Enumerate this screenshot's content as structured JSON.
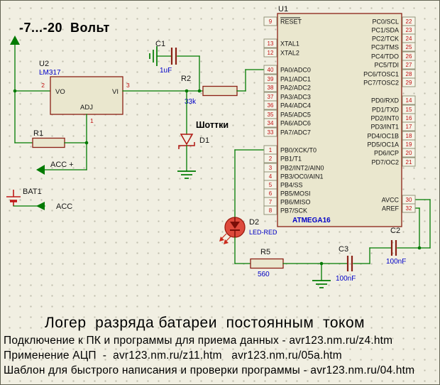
{
  "schematic": {
    "voltage_note": "-7...-20  Вольт",
    "u1": {
      "ref": "U1",
      "part": "ATMEGA16",
      "left_pins": [
        {
          "num": "9",
          "name": "RESET",
          "overline": true
        },
        {
          "num": "13",
          "name": "XTAL1"
        },
        {
          "num": "12",
          "name": "XTAL2"
        },
        {
          "num": "40",
          "name": "PA0/ADC0"
        },
        {
          "num": "39",
          "name": "PA1/ADC1"
        },
        {
          "num": "38",
          "name": "PA2/ADC2"
        },
        {
          "num": "37",
          "name": "PA3/ADC3"
        },
        {
          "num": "36",
          "name": "PA4/ADC4"
        },
        {
          "num": "35",
          "name": "PA5/ADC5"
        },
        {
          "num": "34",
          "name": "PA6/ADC6"
        },
        {
          "num": "33",
          "name": "PA7/ADC7"
        },
        {
          "num": "1",
          "name": "PB0/XCK/T0"
        },
        {
          "num": "2",
          "name": "PB1/T1"
        },
        {
          "num": "3",
          "name": "PB2/INT2/AIN0"
        },
        {
          "num": "4",
          "name": "PB3/OC0/AIN1"
        },
        {
          "num": "5",
          "name": "PB4/SS"
        },
        {
          "num": "6",
          "name": "PB5/MOSI"
        },
        {
          "num": "7",
          "name": "PB6/MISO"
        },
        {
          "num": "8",
          "name": "PB7/SCK"
        }
      ],
      "right_pins": [
        {
          "num": "22",
          "name": "PC0/SCL"
        },
        {
          "num": "23",
          "name": "PC1/SDA"
        },
        {
          "num": "24",
          "name": "PC2/TCK"
        },
        {
          "num": "25",
          "name": "PC3/TMS"
        },
        {
          "num": "26",
          "name": "PC4/TDO"
        },
        {
          "num": "27",
          "name": "PC5/TDI"
        },
        {
          "num": "28",
          "name": "PC6/TOSC1"
        },
        {
          "num": "29",
          "name": "PC7/TOSC2"
        },
        {
          "num": "14",
          "name": "PD0/RXD"
        },
        {
          "num": "15",
          "name": "PD1/TXD"
        },
        {
          "num": "16",
          "name": "PD2/INT0"
        },
        {
          "num": "17",
          "name": "PD3/INT1"
        },
        {
          "num": "18",
          "name": "PD4/OC1B"
        },
        {
          "num": "19",
          "name": "PD5/OC1A"
        },
        {
          "num": "20",
          "name": "PD6/ICP"
        },
        {
          "num": "21",
          "name": "PD7/OC2"
        },
        {
          "num": "30",
          "name": "AVCC"
        },
        {
          "num": "32",
          "name": "AREF"
        }
      ]
    },
    "u2": {
      "ref": "U2",
      "part": "LM317",
      "pin_vo": "VO",
      "pin_vi": "VI",
      "pin_adj": "ADJ",
      "num_vo": "2",
      "num_vi": "3",
      "num_adj": "1"
    },
    "r1": {
      "ref": "R1"
    },
    "r2": {
      "ref": "R2",
      "value": "33k"
    },
    "r5": {
      "ref": "R5",
      "value": "560"
    },
    "c1": {
      "ref": "C1",
      "value": "1uF"
    },
    "c2": {
      "ref": "C2",
      "value": "100nF"
    },
    "c3": {
      "ref": "C3",
      "value": "100nF"
    },
    "d1": {
      "ref": "D1",
      "note": "Шоттки"
    },
    "d2": {
      "ref": "D2",
      "value": "LED-RED"
    },
    "bat1": {
      "ref": "BAT1"
    },
    "terminals": {
      "acc_plus": "ACC +",
      "acc": "ACC"
    }
  },
  "captions": {
    "title": "Логер  разряда батареи  постоянным  током",
    "line1": "Подключение к ПК и программы для приема данных - avr123.nm.ru/z4.htm",
    "line2": "Применение АЦП  -  avr123.nm.ru/z11.htm   avr123.nm.ru/05a.htm",
    "line3": "Шаблон для быстрого написания и проверки программы - avr123.nm.ru/04.htm"
  },
  "colors": {
    "wire": "#007A00",
    "component": "#8B2015",
    "value_text": "#0000C8",
    "pin_number": "#C01010",
    "background": "#F1EFE2"
  }
}
